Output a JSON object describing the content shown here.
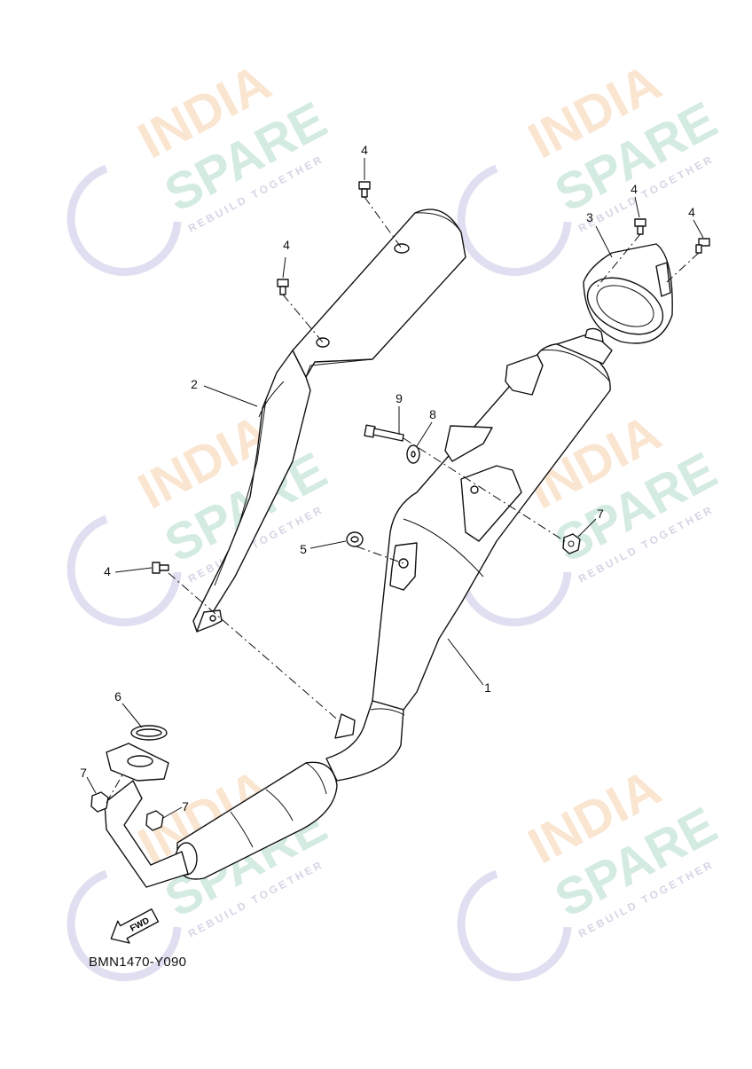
{
  "diagram": {
    "code": "BMN1470-Y090",
    "fwd_label": "FWD",
    "callouts": [
      {
        "id": "c4a",
        "label": "4"
      },
      {
        "id": "c4b",
        "label": "4"
      },
      {
        "id": "c4c",
        "label": "4"
      },
      {
        "id": "c4d",
        "label": "4"
      },
      {
        "id": "c4e",
        "label": "4"
      },
      {
        "id": "c3",
        "label": "3"
      },
      {
        "id": "c2",
        "label": "2"
      },
      {
        "id": "c9",
        "label": "9"
      },
      {
        "id": "c8",
        "label": "8"
      },
      {
        "id": "c5",
        "label": "5"
      },
      {
        "id": "c7a",
        "label": "7"
      },
      {
        "id": "c7b",
        "label": "7"
      },
      {
        "id": "c7c",
        "label": "7"
      },
      {
        "id": "c6",
        "label": "6"
      },
      {
        "id": "c1",
        "label": "1"
      }
    ]
  },
  "watermark": {
    "line1": "INDIA",
    "line2": "SPARE",
    "tagline": "REBUILD TOGETHER",
    "colors": {
      "india": "#f6c79a",
      "spare": "#9fd3bb",
      "logo": "#b8b8e0"
    }
  }
}
